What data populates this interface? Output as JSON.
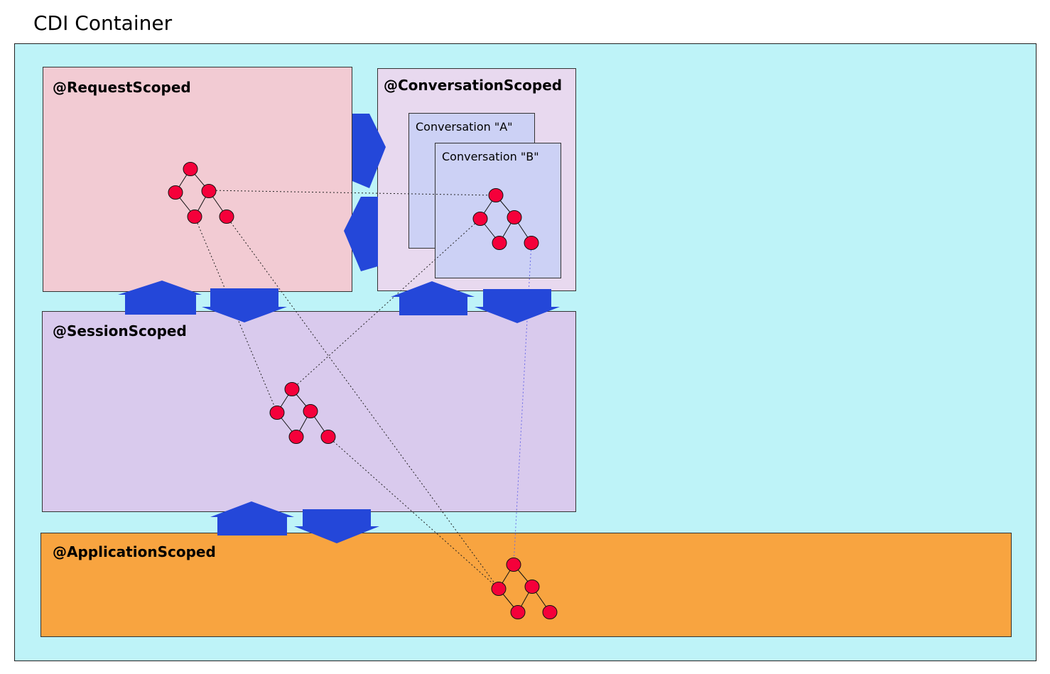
{
  "title": "CDI Container",
  "scopes": {
    "request": "@RequestScoped",
    "conversation": "@ConversationScoped",
    "conversation_a": "Conversation \"A\"",
    "conversation_b": "Conversation \"B\"",
    "session": "@SessionScoped",
    "application": "@ApplicationScoped"
  },
  "colors": {
    "container": "#bef3f8",
    "request": "#f2cbd3",
    "conversation": "#e8d9ef",
    "conversation_inner": "#ccd1f5",
    "session": "#d9caed",
    "application": "#f8a440",
    "arrow": "#2447d9",
    "node": "#f5003a"
  }
}
